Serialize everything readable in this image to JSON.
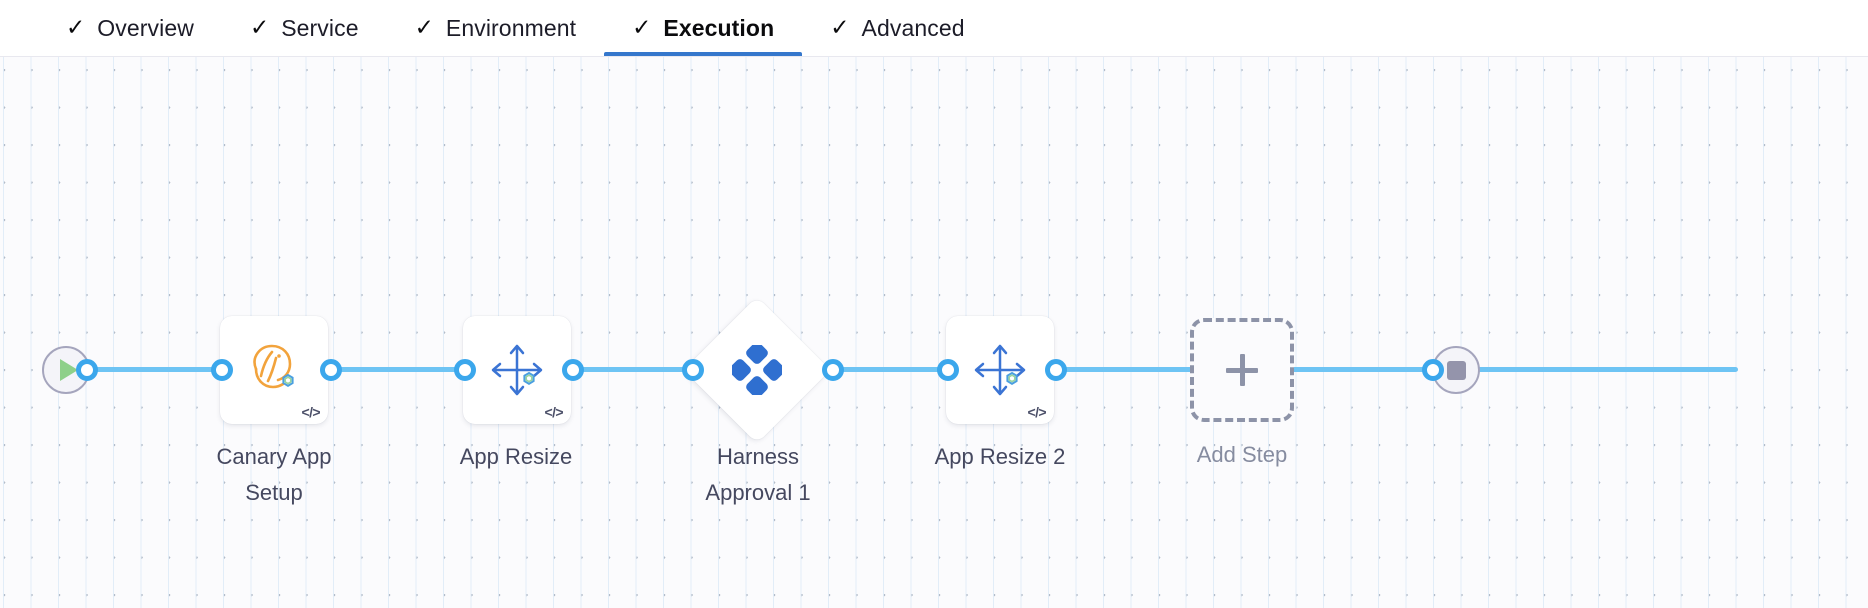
{
  "tabs": [
    {
      "label": "Overview",
      "icon": "check-icon",
      "checked": true,
      "active": false
    },
    {
      "label": "Service",
      "icon": "check-icon",
      "checked": true,
      "active": false
    },
    {
      "label": "Environment",
      "icon": "check-icon",
      "checked": true,
      "active": false
    },
    {
      "label": "Execution",
      "icon": "check-icon",
      "checked": true,
      "active": true
    },
    {
      "label": "Advanced",
      "icon": "check-icon",
      "checked": true,
      "active": false
    }
  ],
  "tab_checkmark": "✓",
  "colors": {
    "accent_blue": "#3577cc",
    "connector_blue": "#6ec4f4",
    "ring_blue": "#3ba7ec",
    "harness_blue": "#2f6fd0",
    "canary_orange": "#f5a623",
    "resize_blue": "#3b74d4",
    "label_gray": "#45485f",
    "muted_gray": "#868ca0",
    "terminal_border": "#a5a5bd",
    "terminal_fill": "#f4f4f9",
    "play_green": "#8ed08a",
    "stop_gray": "#9494ab"
  },
  "pipeline": {
    "start": {
      "name": "pipeline-start",
      "icon": "play-icon"
    },
    "end": {
      "name": "pipeline-end",
      "icon": "stop-icon"
    },
    "nodes": [
      {
        "id": "canary-app-setup",
        "label": "Canary App\nSetup",
        "icon": "canary-bird-icon",
        "type": "step",
        "code_badge": "</>"
      },
      {
        "id": "app-resize",
        "label": "App Resize",
        "icon": "resize-arrows-icon",
        "type": "step",
        "code_badge": "</>"
      },
      {
        "id": "harness-approval-1",
        "label": "Harness\nApproval 1",
        "icon": "harness-logo-icon",
        "type": "approval",
        "code_badge": ""
      },
      {
        "id": "app-resize-2",
        "label": "App Resize 2",
        "icon": "resize-arrows-icon",
        "type": "step",
        "code_badge": "</>"
      },
      {
        "id": "add-step",
        "label": "Add Step",
        "icon": "plus-icon",
        "type": "add",
        "code_badge": ""
      }
    ]
  }
}
